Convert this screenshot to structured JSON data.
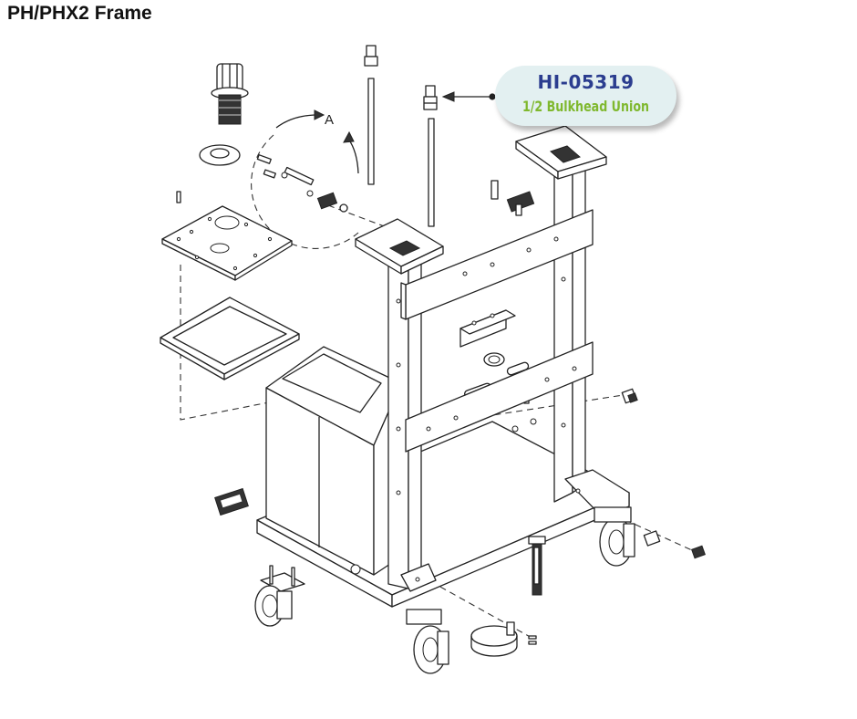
{
  "page": {
    "title": "PH/PHX2 Frame"
  },
  "detail": {
    "view_label": "A"
  },
  "callout": {
    "part_number": "HI-05319",
    "description": "1/2 Bulkhead Union",
    "part_color": "#2b3d8f",
    "desc_color": "#7fb82e",
    "bg_color": "#e3f0f1"
  }
}
